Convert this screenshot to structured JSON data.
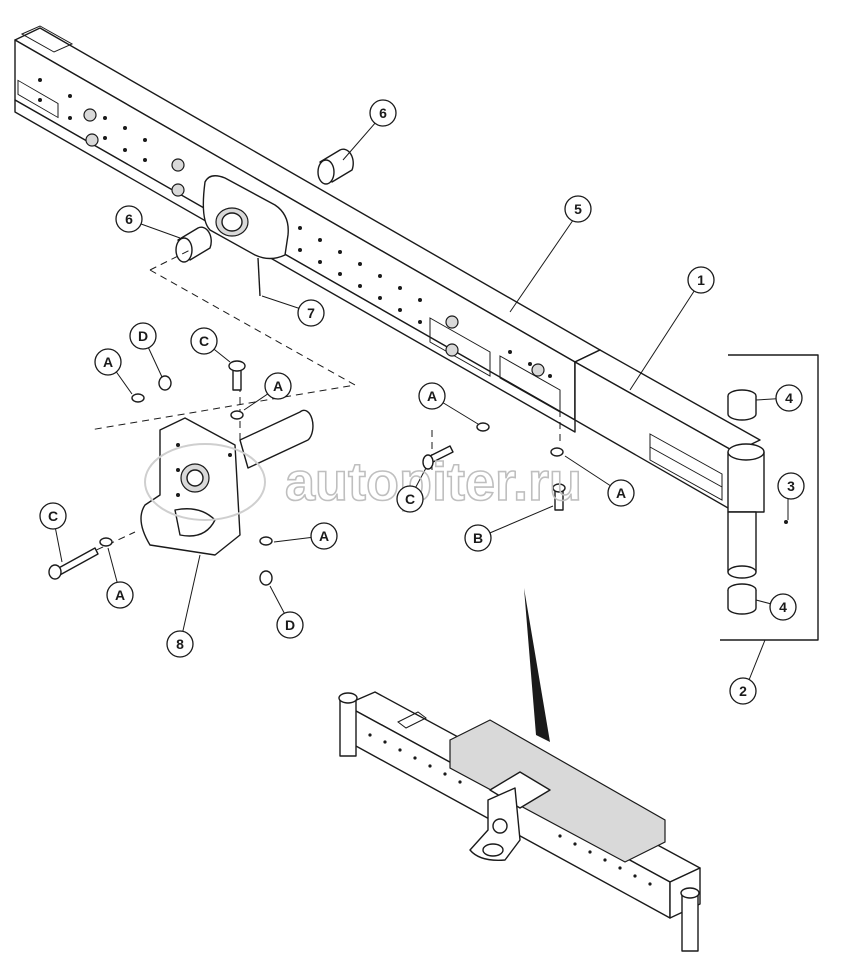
{
  "watermark": {
    "text": "autopiter.ru"
  },
  "callouts": [
    {
      "id": "c1",
      "label": "1"
    },
    {
      "id": "c2",
      "label": "2"
    },
    {
      "id": "c3",
      "label": "3"
    },
    {
      "id": "c4a",
      "label": "4"
    },
    {
      "id": "c4b",
      "label": "4"
    },
    {
      "id": "c5",
      "label": "5"
    },
    {
      "id": "c6a",
      "label": "6"
    },
    {
      "id": "c6b",
      "label": "6"
    },
    {
      "id": "c7",
      "label": "7"
    },
    {
      "id": "c8",
      "label": "8"
    },
    {
      "id": "cA1",
      "label": "A"
    },
    {
      "id": "cA2",
      "label": "A"
    },
    {
      "id": "cA3",
      "label": "A"
    },
    {
      "id": "cA4",
      "label": "A"
    },
    {
      "id": "cA5",
      "label": "A"
    },
    {
      "id": "cA6",
      "label": "A"
    },
    {
      "id": "cB",
      "label": "B"
    },
    {
      "id": "cC1",
      "label": "C"
    },
    {
      "id": "cC2",
      "label": "C"
    },
    {
      "id": "cC3",
      "label": "C"
    },
    {
      "id": "cD1",
      "label": "D"
    },
    {
      "id": "cD2",
      "label": "D"
    }
  ]
}
